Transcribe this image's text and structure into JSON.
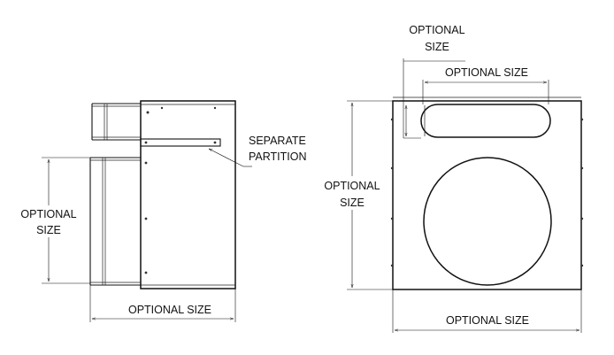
{
  "labels": {
    "left_vertical_size": [
      "OPTIONAL",
      "SIZE"
    ],
    "left_horizontal_size": "OPTIONAL SIZE",
    "partition_note": [
      "SEPARATE",
      "PARTITION"
    ],
    "right_slot_height": [
      "OPTIONAL",
      "SIZE"
    ],
    "right_slot_width": "OPTIONAL SIZE",
    "right_vertical_size": [
      "OPTIONAL",
      "SIZE"
    ],
    "right_horizontal_size": "OPTIONAL SIZE"
  },
  "colors": {
    "line": "#111111",
    "background": "#ffffff"
  }
}
